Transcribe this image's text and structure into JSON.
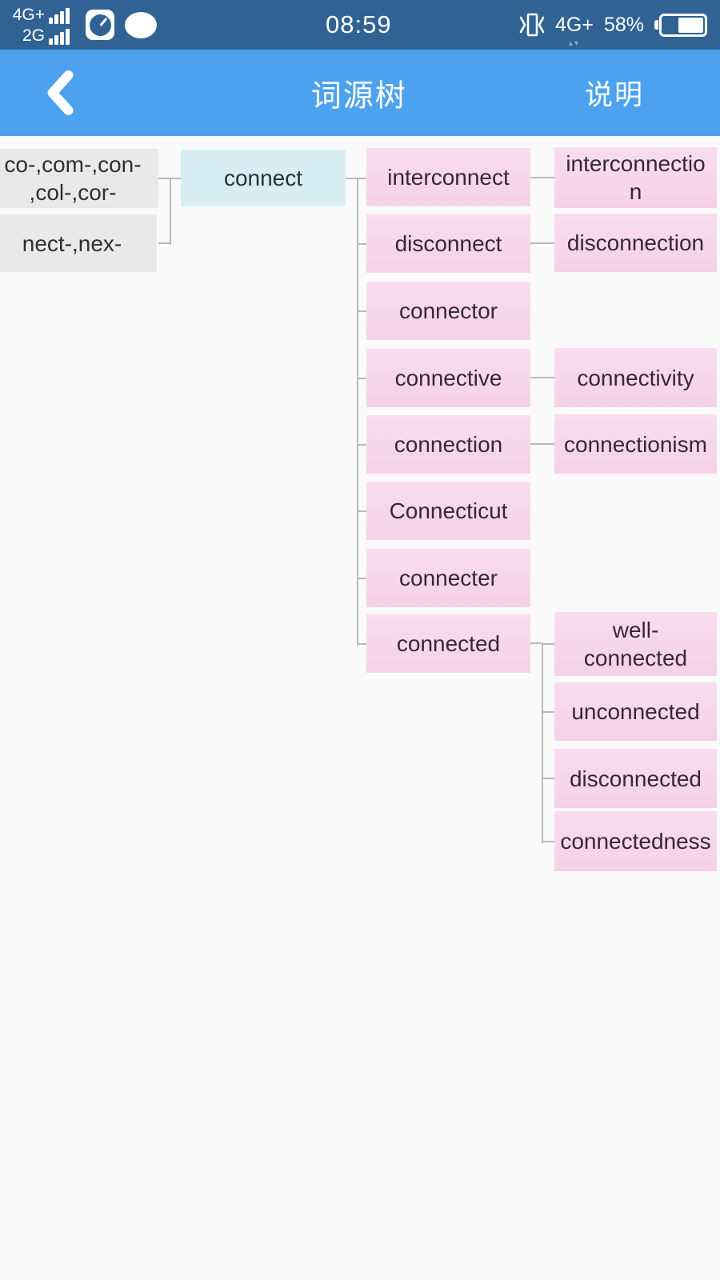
{
  "status_bar": {
    "sim1_label": "4G+",
    "sim2_label": "2G",
    "time": "08:59",
    "network_label": "4G+",
    "battery_label": "58%",
    "battery_level_percent": 58,
    "icons": {
      "sim_signal": "signal-bars",
      "speed_gauge": "gauge-icon",
      "message": "chat-bubble-icon",
      "vibrate": "vibrate-icon",
      "data_arrows": "up-down-arrows",
      "battery": "battery-icon"
    }
  },
  "header": {
    "back_icon": "back-chevron",
    "title": "词源树",
    "action_label": "说明"
  },
  "tree": {
    "prefixes": [
      {
        "label": "co-,com-,con-\n,col-,cor-"
      },
      {
        "label": "nect-,nex-"
      }
    ],
    "root": {
      "label": "connect"
    },
    "children": [
      {
        "label": "interconnect",
        "derived": [
          {
            "label": "interconnectio\nn"
          }
        ]
      },
      {
        "label": "disconnect",
        "derived": [
          {
            "label": "disconnection"
          }
        ]
      },
      {
        "label": "connector",
        "derived": []
      },
      {
        "label": "connective",
        "derived": [
          {
            "label": "connectivity"
          }
        ]
      },
      {
        "label": "connection",
        "derived": [
          {
            "label": "connectionism"
          }
        ]
      },
      {
        "label": "Connecticut",
        "derived": []
      },
      {
        "label": "connecter",
        "derived": []
      },
      {
        "label": "connected",
        "derived": [
          {
            "label": "well-\nconnected"
          },
          {
            "label": "unconnected"
          },
          {
            "label": "disconnected"
          },
          {
            "label": "connectedness"
          }
        ]
      }
    ]
  },
  "colors": {
    "status_bar_bg": "#306394",
    "header_bg": "#4da2ef",
    "canvas_bg": "#fbfafb",
    "prefix_box_bg": "#eae9ea",
    "root_box_bg": "#d9edf4",
    "word_box_bg": "#f7d6ec",
    "connector_line": "#b9b9b9",
    "node_text": "#342a33"
  }
}
